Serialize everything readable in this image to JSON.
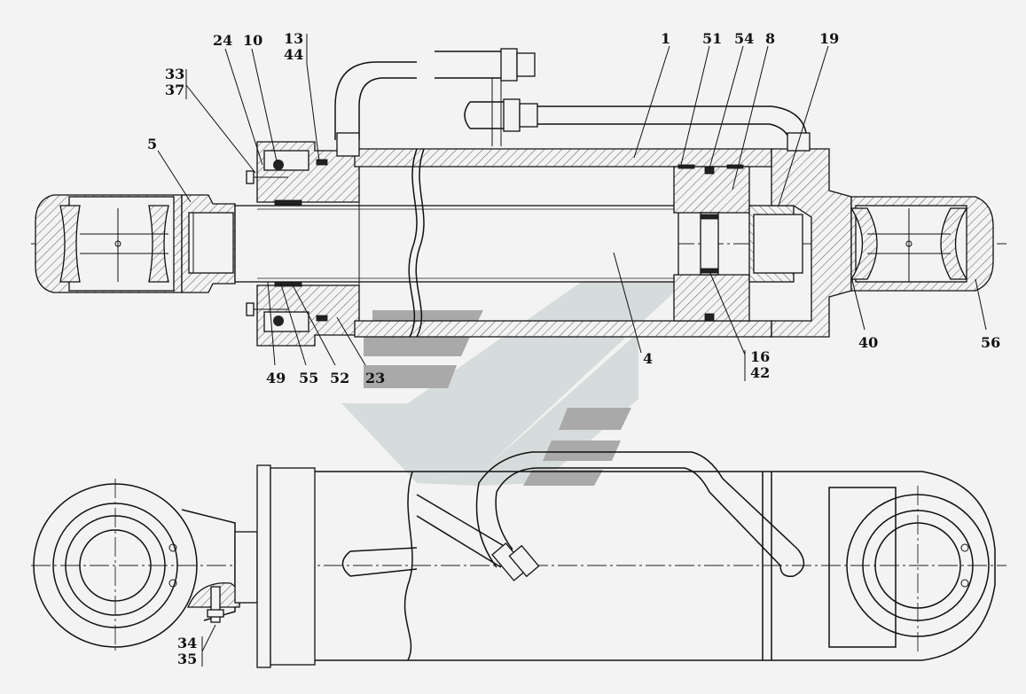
{
  "labels": {
    "l24": "24",
    "l10": "10",
    "l13": "13",
    "l44": "44",
    "l1": "1",
    "l51": "51",
    "l54": "54",
    "l8": "8",
    "l19": "19",
    "l33": "33",
    "l37": "37",
    "l5": "5",
    "l4": "4",
    "l49": "49",
    "l55": "55",
    "l52": "52",
    "l23": "23",
    "l16": "16",
    "l42": "42",
    "l40": "40",
    "l56": "56",
    "l34": "34",
    "l35": "35"
  },
  "colors": {
    "background": "#f3f3f3",
    "lines": "#111111",
    "watermark_dark": "#a9a9a9",
    "watermark_light": "#d3d9d9"
  },
  "watermark": "logo-chevrons"
}
